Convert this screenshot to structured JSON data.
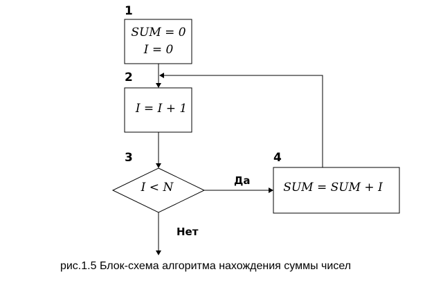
{
  "blocks": {
    "init": {
      "number": "1",
      "line1": "SUM = 0",
      "line2": "I = 0"
    },
    "increment": {
      "number": "2",
      "text": "I = I + 1"
    },
    "condition": {
      "number": "3",
      "text": "I < N"
    },
    "accumulate": {
      "number": "4",
      "text": "SUM = SUM + I"
    }
  },
  "branches": {
    "yes": "Да",
    "no": "Нет"
  },
  "caption": "рис.1.5 Блок-схема алгоритма нахождения суммы чисел"
}
